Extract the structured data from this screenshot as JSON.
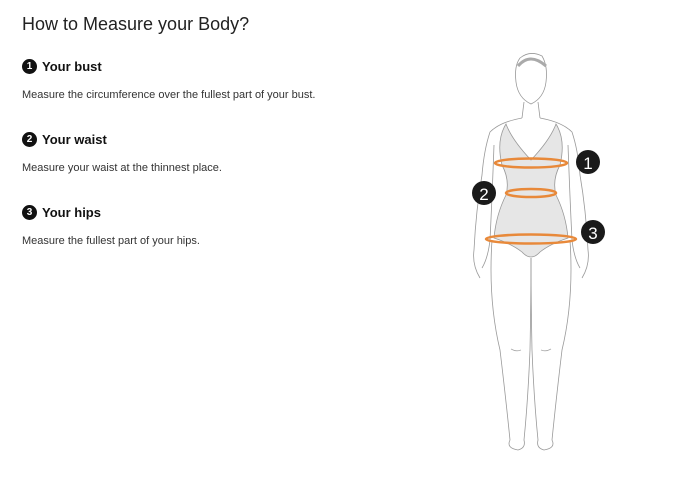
{
  "page": {
    "title": "How to Measure your Body?"
  },
  "steps": [
    {
      "number": "1",
      "label": "Your bust",
      "description": "Measure the circumference over the fullest part of your bust."
    },
    {
      "number": "2",
      "label": "Your waist",
      "description": "Measure your waist at the thinnest place."
    },
    {
      "number": "3",
      "label": "Your hips",
      "description": "Measure the fullest part of your hips."
    }
  ],
  "figure": {
    "markers": [
      "1",
      "2",
      "3"
    ],
    "ring_color": "#e8893a",
    "marker_color": "#1a1a1a"
  }
}
